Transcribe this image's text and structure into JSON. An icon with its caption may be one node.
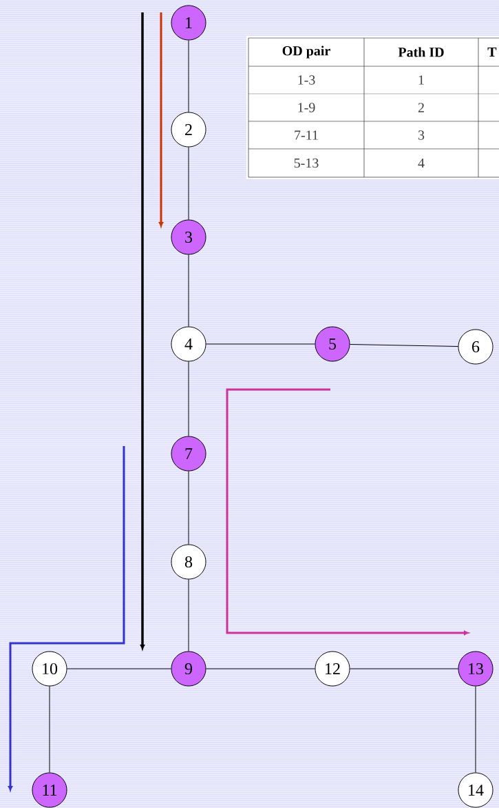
{
  "diagram": {
    "nodes": [
      {
        "text": [
          "1"
        ]
      },
      {
        "text": [
          "2"
        ]
      },
      {
        "text": [
          "3"
        ]
      },
      {
        "text": [
          "4"
        ]
      },
      {
        "text": [
          "5"
        ]
      },
      {
        "text": [
          "6"
        ]
      },
      {
        "text": [
          "7"
        ]
      },
      {
        "text": [
          "8"
        ]
      },
      {
        "text": [
          "9"
        ]
      },
      {
        "text": [
          "10"
        ]
      },
      {
        "text": [
          "11"
        ]
      },
      {
        "text": [
          "12"
        ]
      },
      {
        "text": [
          "13"
        ]
      },
      {
        "text": [
          "14"
        ]
      }
    ],
    "edges": [
      {
        "from": 0,
        "to": 1,
        "arrow": "none"
      },
      {
        "from": 1,
        "to": 2,
        "arrow": "none"
      },
      {
        "from": 2,
        "to": 3,
        "arrow": "none"
      },
      {
        "from": 3,
        "to": 4,
        "arrow": "none"
      },
      {
        "from": 4,
        "to": 5,
        "arrow": "none"
      },
      {
        "from": 3,
        "to": 6,
        "arrow": "none"
      },
      {
        "from": 6,
        "to": 7,
        "arrow": "none"
      },
      {
        "from": 7,
        "to": 8,
        "arrow": "none"
      },
      {
        "from": 9,
        "to": 8,
        "arrow": "none"
      },
      {
        "from": 8,
        "to": 11,
        "arrow": "none"
      },
      {
        "from": 11,
        "to": 12,
        "arrow": "none"
      },
      {
        "from": 12,
        "to": 13,
        "arrow": "none"
      },
      {
        "from": 9,
        "to": 10,
        "arrow": "none"
      }
    ],
    "labels": [
      "OD pair",
      "Path ID",
      "T",
      "1-3",
      "1",
      "1-9",
      "2",
      "7-11",
      "3",
      "5-13",
      "4"
    ]
  }
}
